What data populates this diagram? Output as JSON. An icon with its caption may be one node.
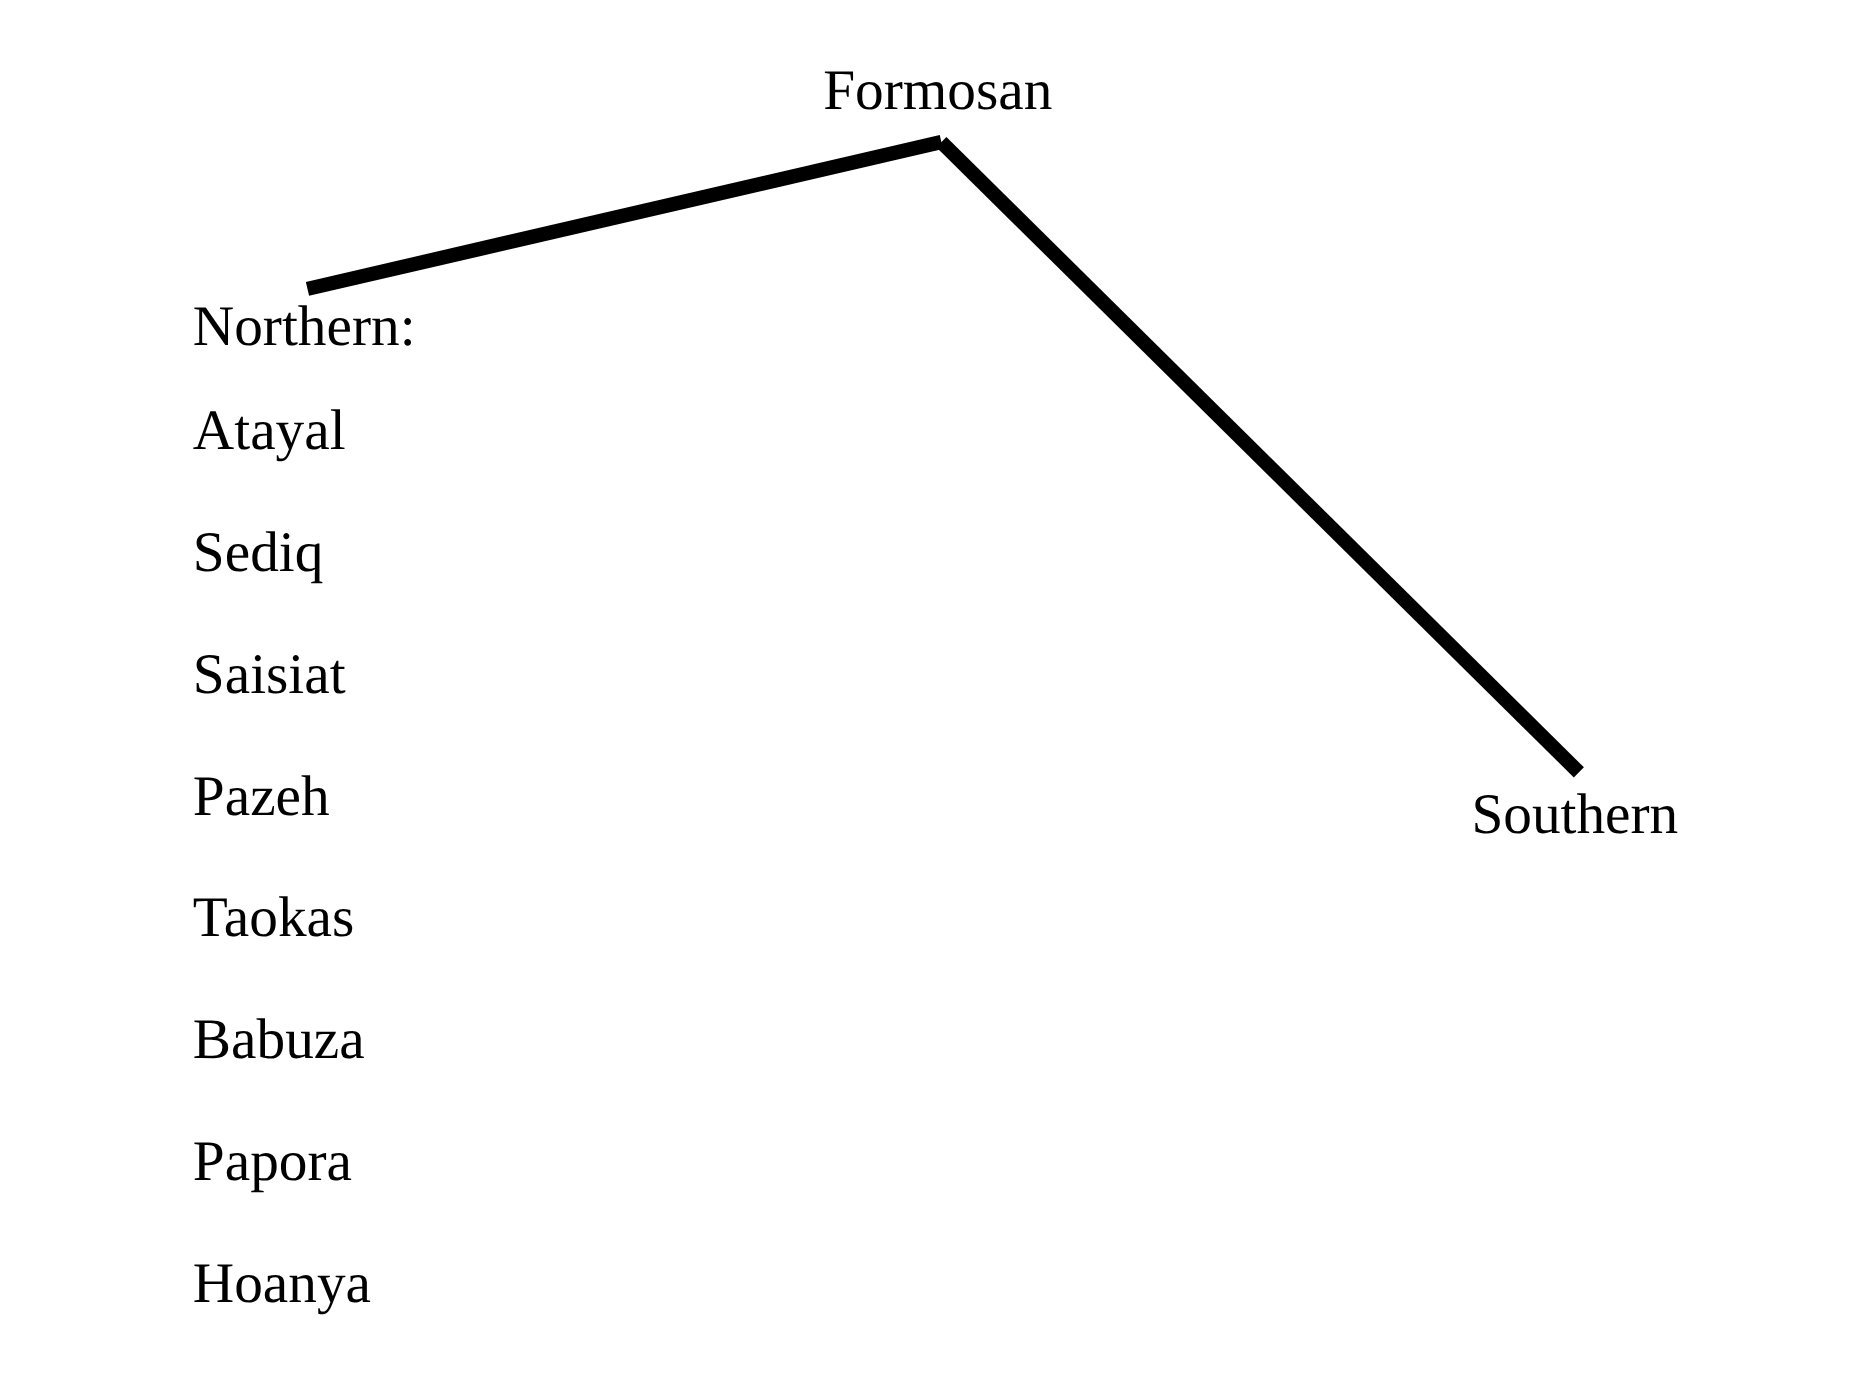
{
  "diagram": {
    "nodes": [
      {
        "text": [
          "Formosan"
        ]
      },
      {
        "text": [
          "Northern:"
        ],
        "beside": [
          "Atayal",
          "Sediq",
          "Saisiat",
          "Pazeh",
          "Taokas",
          "Babuza",
          "Papora",
          "Hoanya"
        ]
      },
      {
        "text": [
          "Southern"
        ]
      }
    ],
    "edges": [
      {
        "from": 0,
        "to": 1,
        "arrow": "none"
      },
      {
        "from": 0,
        "to": 2,
        "arrow": "none"
      }
    ]
  }
}
